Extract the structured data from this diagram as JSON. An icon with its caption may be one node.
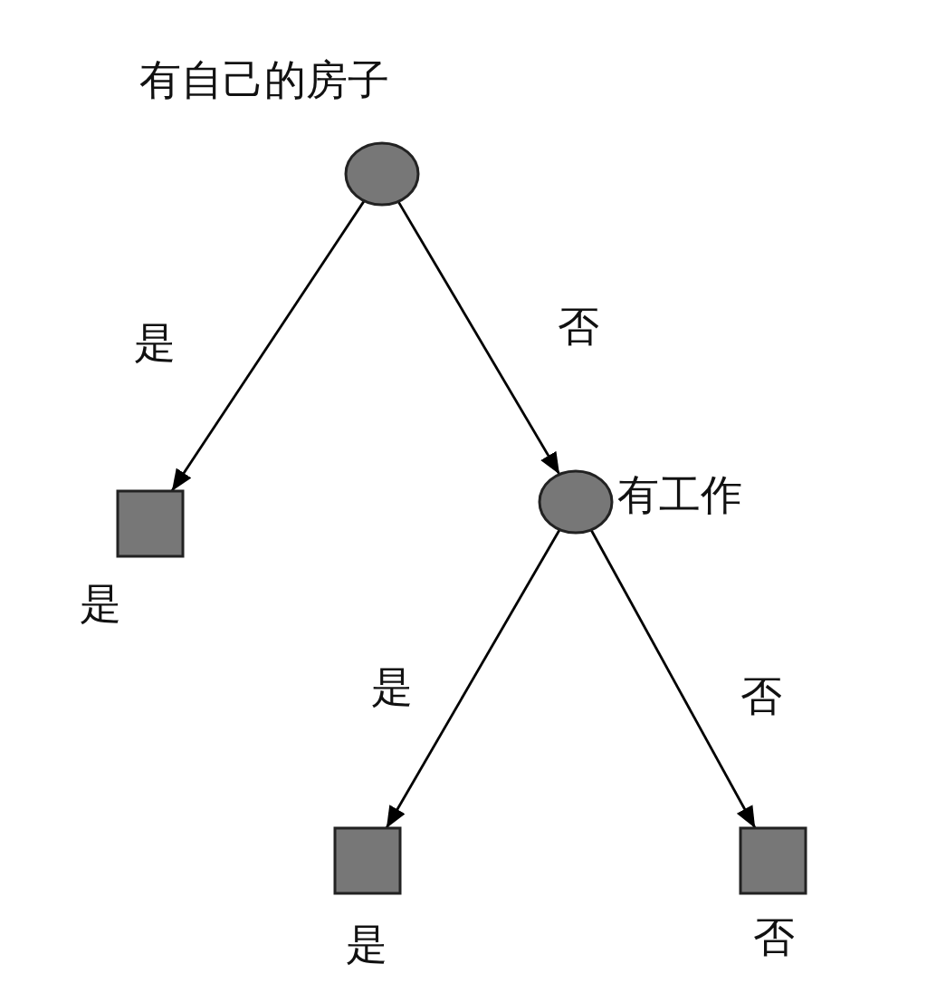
{
  "diagram": {
    "nodes": [
      {
        "text": [
          "有自己的房子"
        ]
      },
      {
        "text": [
          "是"
        ]
      },
      {
        "text": [
          "有工作"
        ]
      },
      {
        "text": [
          "是"
        ]
      },
      {
        "text": [
          "否"
        ]
      }
    ],
    "edges": [
      {
        "from": 0,
        "to": 1,
        "arrow": "to",
        "label": "是"
      },
      {
        "from": 0,
        "to": 2,
        "arrow": "to",
        "label": "否"
      },
      {
        "from": 2,
        "to": 3,
        "arrow": "to",
        "label": "是"
      },
      {
        "from": 2,
        "to": 4,
        "arrow": "to",
        "label": "否"
      }
    ]
  }
}
